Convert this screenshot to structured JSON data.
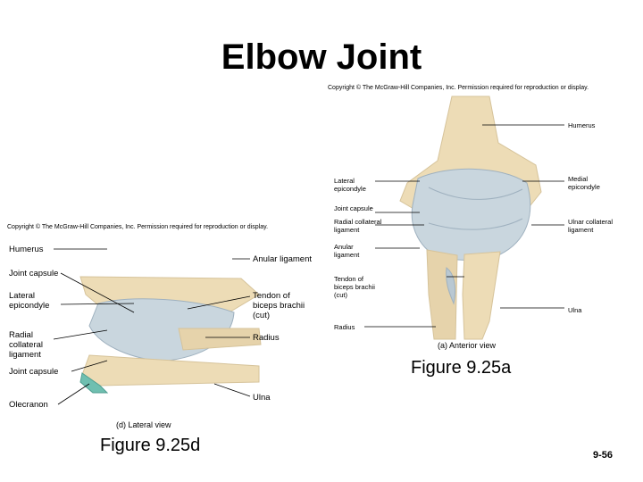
{
  "title": "Elbow Joint",
  "copyright_anterior": "Copyright © The McGraw-Hill Companies, Inc. Permission required for reproduction or display.",
  "copyright_lateral": "Copyright © The McGraw-Hill Companies, Inc. Permission required for reproduction or display.",
  "lateral_view": {
    "labels": {
      "humerus": "Humerus",
      "anular_ligament": "Anular ligament",
      "joint_capsule_top": "Joint capsule",
      "lateral_epicondyle": "Lateral\nepicondyle",
      "tendon_biceps": "Tendon of\nbiceps brachii\n(cut)",
      "radial_collateral": "Radial\ncollateral\nligament",
      "radius": "Radius",
      "joint_capsule_bottom": "Joint capsule",
      "ulna": "Ulna",
      "olecranon": "Olecranon"
    },
    "view_caption": "(d) Lateral view",
    "figure": "Figure 9.25d"
  },
  "anterior_view": {
    "labels": {
      "humerus": "Humerus",
      "lateral_epicondyle": "Lateral\nepicondyle",
      "medial_epicondyle": "Medial\nepicondyle",
      "joint_capsule": "Joint capsule",
      "radial_collateral": "Radial collateral\nligament",
      "ulnar_collateral": "Ulnar collateral\nligament",
      "anular_ligament": "Anular\nligament",
      "tendon_biceps": "Tendon of\nbiceps brachii\n(cut)",
      "ulna": "Ulna",
      "radius": "Radius"
    },
    "view_caption": "(a) Anterior view",
    "figure": "Figure 9.25a"
  },
  "page_number": "9-56",
  "colors": {
    "bone": "#eddcb6",
    "ligament": "#c9d6de",
    "ligament_dark": "#9fb1bf",
    "cartilage": "#6fbfb0"
  }
}
